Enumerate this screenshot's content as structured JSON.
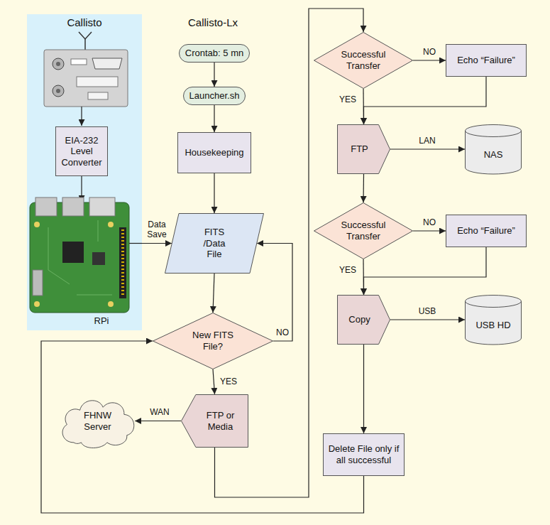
{
  "diagram": {
    "nodes": [
      {
        "text": [
          "Callisto",
          "RPi"
        ]
      },
      {
        "text": [
          "EIA-232 Level Converter"
        ],
        "in": 0
      },
      {
        "text": [
          "Crontab: 5 mn"
        ]
      },
      {
        "text": [
          "Launcher.sh"
        ]
      },
      {
        "text": [
          "Housekeeping"
        ]
      },
      {
        "text": [
          "FITS /Data File"
        ]
      },
      {
        "text": [
          "New FITS File?"
        ]
      },
      {
        "text": [
          "FTP or Media"
        ]
      },
      {
        "text": [
          "FHNW Server"
        ]
      },
      {
        "text": [
          "Successful Transfer"
        ]
      },
      {
        "text": [
          "Echo “Failure”"
        ]
      },
      {
        "text": [
          "FTP"
        ]
      },
      {
        "text": [
          "NAS"
        ]
      },
      {
        "text": [
          "Successful Transfer"
        ]
      },
      {
        "text": [
          "Echo “Failure”"
        ]
      },
      {
        "text": [
          "Copy"
        ]
      },
      {
        "text": [
          "USB HD"
        ]
      },
      {
        "text": [
          "Delete File only if all successful"
        ]
      }
    ],
    "edges": [
      {
        "from": 0,
        "to": 5,
        "label": "Data Save",
        "arrow": "to"
      },
      {
        "from": 2,
        "to": 3,
        "arrow": "to"
      },
      {
        "from": 3,
        "to": 4,
        "arrow": "to"
      },
      {
        "from": 4,
        "to": 5,
        "arrow": "to"
      },
      {
        "from": 5,
        "to": 6,
        "arrow": "to"
      },
      {
        "from": 6,
        "to": 5,
        "label": "NO",
        "arrow": "to"
      },
      {
        "from": 6,
        "to": 7,
        "label": "YES",
        "arrow": "to"
      },
      {
        "from": 7,
        "to": 8,
        "label": "WAN",
        "arrow": "to"
      },
      {
        "from": 7,
        "to": 9,
        "arrow": "to"
      },
      {
        "from": 9,
        "to": 10,
        "label": "NO",
        "arrow": "to"
      },
      {
        "from": 10,
        "to": 11,
        "arrow": "to"
      },
      {
        "from": 9,
        "to": 11,
        "label": "YES",
        "arrow": "to"
      },
      {
        "from": 11,
        "to": 12,
        "label": "LAN",
        "arrow": "to"
      },
      {
        "from": 11,
        "to": 13,
        "arrow": "to"
      },
      {
        "from": 13,
        "to": 14,
        "label": "NO",
        "arrow": "to"
      },
      {
        "from": 14,
        "to": 15,
        "arrow": "to"
      },
      {
        "from": 13,
        "to": 15,
        "label": "YES",
        "arrow": "to"
      },
      {
        "from": 15,
        "to": 16,
        "label": "USB",
        "arrow": "to"
      },
      {
        "from": 15,
        "to": 17,
        "arrow": "to"
      },
      {
        "from": 17,
        "to": 6,
        "arrow": "to"
      }
    ],
    "labels": [
      "Callisto-Lx"
    ]
  }
}
